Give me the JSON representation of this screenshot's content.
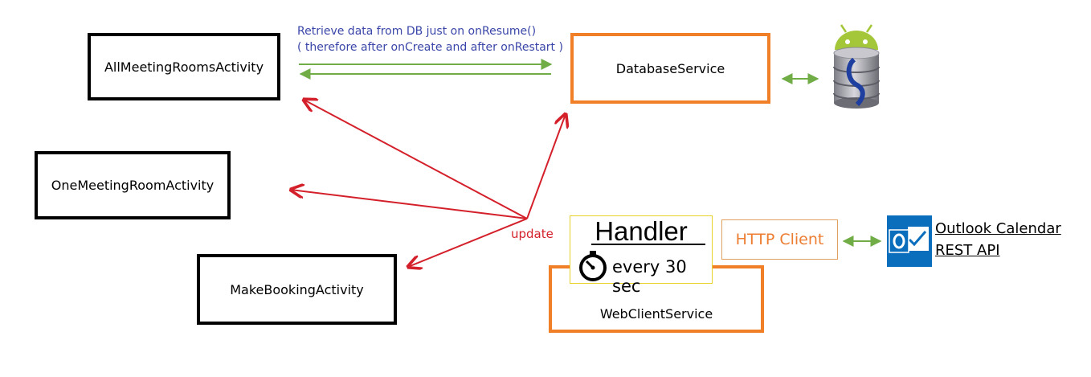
{
  "components": {
    "all_meeting_rooms": "AllMeetingRoomsActivity",
    "one_meeting_room": "OneMeetingRoomActivity",
    "make_booking": "MakeBookingActivity",
    "database_service": "DatabaseService",
    "web_client_service": "WebClientService",
    "http_client": "HTTP Client"
  },
  "handler": {
    "title": "Handler",
    "interval": "every 30 sec",
    "icon": "stopwatch-icon"
  },
  "outlook": {
    "line1": "Outlook Calendar",
    "line2": "REST API",
    "icon": "outlook-icon"
  },
  "notes": {
    "line1": "Retrieve data from DB just on onResume()",
    "line2": "( therefore after onCreate and after onRestart )"
  },
  "edge_labels": {
    "update": "update"
  },
  "database_icon": "android-database-icon",
  "colors": {
    "activity_border": "#000000",
    "service_border": "#f07f27",
    "update_arrows": "#d4202a",
    "retrieve_arrows": "#70ad47",
    "note_text": "#3a46a8",
    "handler_border": "#e6d22a",
    "http_text": "#ed7d31",
    "outlook_blue": "#0a6ebd",
    "android_green": "#a4c639"
  }
}
